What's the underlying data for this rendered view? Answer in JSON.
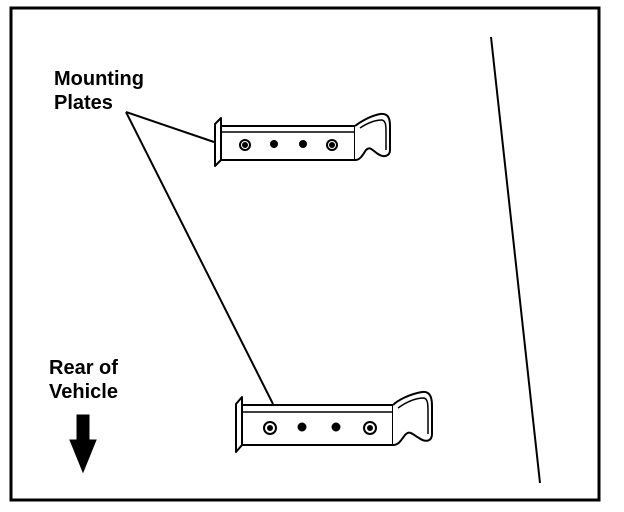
{
  "labels": {
    "mounting_plates": {
      "line1": "Mounting",
      "line2": "Plates"
    },
    "rear_of_vehicle": {
      "line1": "Rear of",
      "line2": "Vehicle"
    }
  },
  "icons": {
    "direction_arrow": "arrow-down-icon"
  },
  "colors": {
    "ink": "#000000",
    "paper": "#ffffff"
  }
}
